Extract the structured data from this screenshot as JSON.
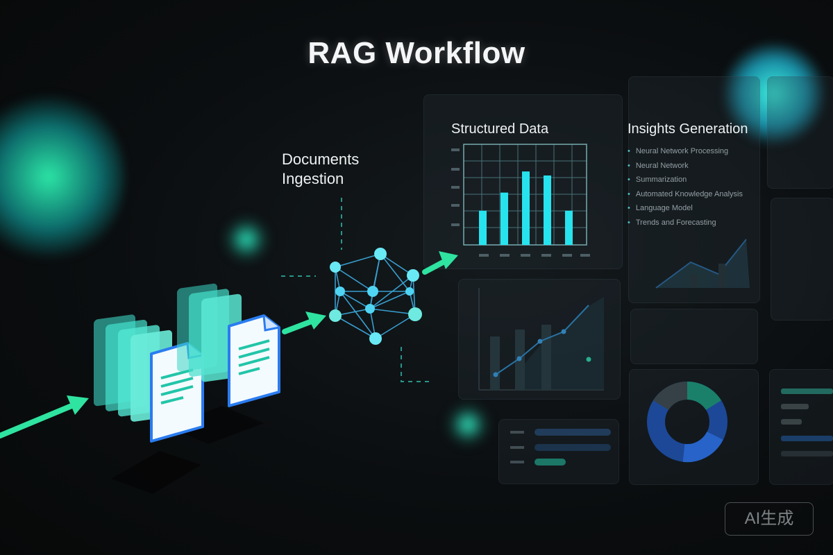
{
  "title": "RAG Workflow",
  "stages": {
    "ingestion_label_line1": "Documents",
    "ingestion_label_line2": "Ingestion",
    "structured_label": "Structured Data",
    "insights_label": "Insights Generation"
  },
  "insights_items": [
    "Neural Network Processing",
    "Neural Network",
    "Summarization",
    "Automated Knowledge Analysis",
    "Language Model",
    "Trends and Forecasting"
  ],
  "structured_chart": {
    "type": "bar",
    "values": [
      0.34,
      0.52,
      0.73,
      0.69,
      0.34
    ],
    "color": "#27e3ee"
  },
  "colors": {
    "accent_green": "#2fe3a0",
    "accent_cyan": "#38e0ee",
    "accent_blue": "#1f62c9",
    "background": "#0b0e10"
  },
  "watermark": "AI生成"
}
